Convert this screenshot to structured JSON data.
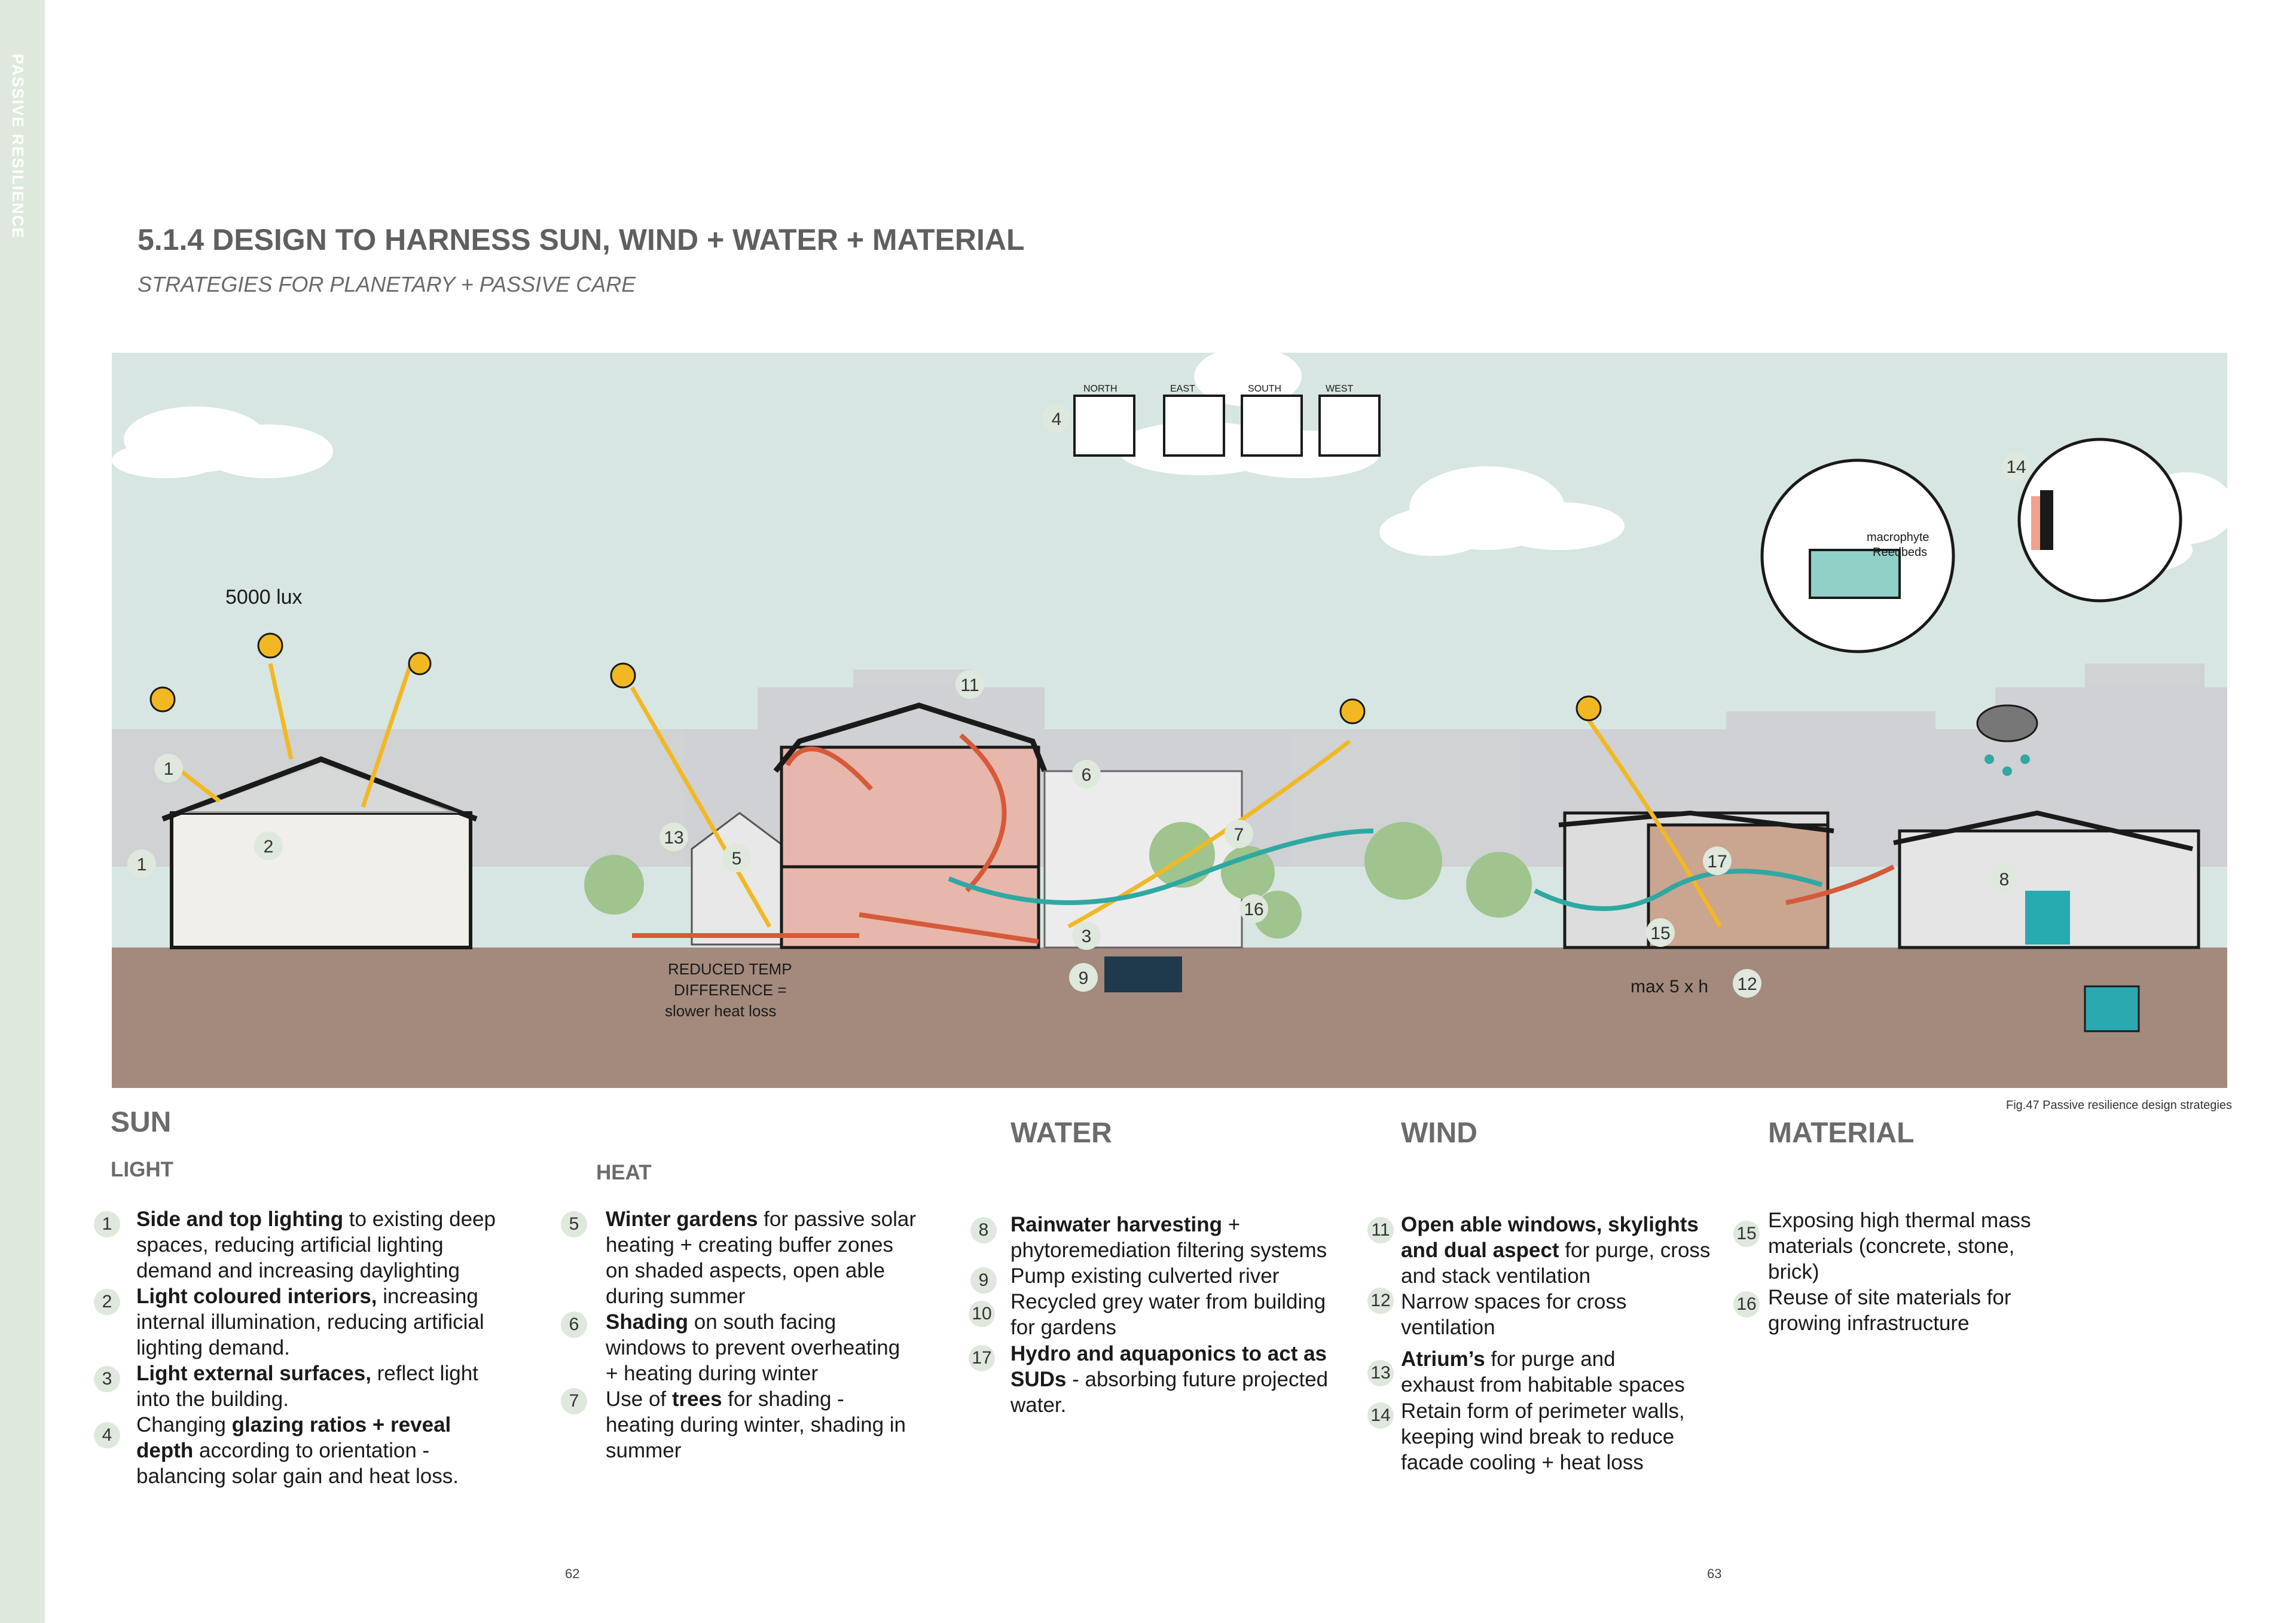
{
  "side_tab": "PASSIVE RESILIENCE",
  "title": "5.1.4 DESIGN TO HARNESS SUN, WIND + WATER + MATERIAL",
  "subtitle": "STRATEGIES FOR PLANETARY + PASSIVE CARE",
  "figure": {
    "caption": "Fig.47 Passive resilience design strategies",
    "annotations": {
      "lux": "5000 lux",
      "orient_north": "NORTH",
      "orient_east": "EAST",
      "orient_south": "SOUTH",
      "orient_west": "WEST",
      "temp1": "REDUCED TEMP",
      "temp2": "DIFFERENCE =",
      "temp3": "slower heat loss",
      "max": "max 5 x h",
      "macro1": "macrophyte",
      "macro2": "Reedbeds"
    },
    "markers": {
      "m1": "1",
      "m1b": "1",
      "m2": "2",
      "m3": "3",
      "m4": "4",
      "m5": "5",
      "m6": "6",
      "m7": "7",
      "m8": "8",
      "m9": "9",
      "m11": "11",
      "m12": "12",
      "m13": "13",
      "m14": "14",
      "m15": "15",
      "m16": "16",
      "m17": "17"
    }
  },
  "sections": {
    "sun": "SUN",
    "light": "LIGHT",
    "heat": "HEAT",
    "water": "WATER",
    "wind": "WIND",
    "material": "MATERIAL"
  },
  "items": {
    "i1": {
      "num": "1",
      "bold": "Side and top lighting",
      "t1": " to existing deep",
      "t2": "spaces, reducing artificial lighting",
      "t3": "demand and increasing daylighting"
    },
    "i2": {
      "num": "2",
      "bold": "Light coloured interiors,",
      "t1": " increasing",
      "t2": "internal illumination, reducing artificial",
      "t3": "lighting demand."
    },
    "i3": {
      "num": "3",
      "bold": "Light external surfaces,",
      "t1": " reflect light",
      "t2": "into the building."
    },
    "i4": {
      "num": "4",
      "pre": "Changing ",
      "bold": "glazing ratios + reveal",
      "bold2": "depth",
      "t1": " according to orientation -",
      "t2": "balancing solar gain and heat loss."
    },
    "i5": {
      "num": "5",
      "bold": "Winter gardens",
      "t1": " for passive solar",
      "t2": "heating + creating buffer zones",
      "t3": "on shaded aspects, open able",
      "t4": "during summer"
    },
    "i6": {
      "num": "6",
      "bold": "Shading",
      "t1": " on south facing",
      "t2": "windows to prevent overheating",
      "t3": "+ heating during winter"
    },
    "i7": {
      "num": "7",
      "pre": "Use of ",
      "bold": "trees",
      "t1": " for shading -",
      "t2": "heating during winter, shading in",
      "t3": "summer"
    },
    "i8": {
      "num": "8",
      "bold": "Rainwater harvesting",
      "t1": " +",
      "t2": "phytoremediation filtering systems"
    },
    "i9": {
      "num": "9",
      "t1": "Pump existing culverted river"
    },
    "i10": {
      "num": "10",
      "t1": "Recycled grey water from building",
      "t2": "for gardens"
    },
    "i17": {
      "num": "17",
      "bold": "Hydro and aquaponics to act as",
      "bold2": "SUDs",
      "t1": " - absorbing future projected",
      "t2": "water."
    },
    "i11": {
      "num": "11",
      "bold": "Open able windows, skylights",
      "bold2": "and dual aspect",
      "t1": " for purge, cross",
      "t2": "and stack ventilation"
    },
    "i12": {
      "num": "12",
      "t1": "Narrow spaces for cross",
      "t2": "ventilation"
    },
    "i13": {
      "num": "13",
      "bold": "Atrium’s",
      "t1": " for purge and",
      "t2": "exhaust from habitable spaces"
    },
    "i14": {
      "num": "14",
      "t1": "Retain form of perimeter walls,",
      "t2": "keeping wind break to reduce",
      "t3": "facade cooling + heat loss"
    },
    "i15": {
      "num": "15",
      "t1": "Exposing high thermal mass",
      "t2": "materials (concrete, stone,",
      "t3": "brick)"
    },
    "i16": {
      "num": "16",
      "t1": "Reuse of site materials for",
      "t2": "growing infrastructure"
    }
  },
  "page_numbers": {
    "left": "62",
    "right": "63"
  },
  "colors": {
    "sky": "#d7e6e2",
    "ground": "#a38a7d",
    "sun": "#f2b823",
    "heat": "#d65a3a",
    "wind": "#2fa8a3",
    "tab": "#dfe8dc"
  }
}
